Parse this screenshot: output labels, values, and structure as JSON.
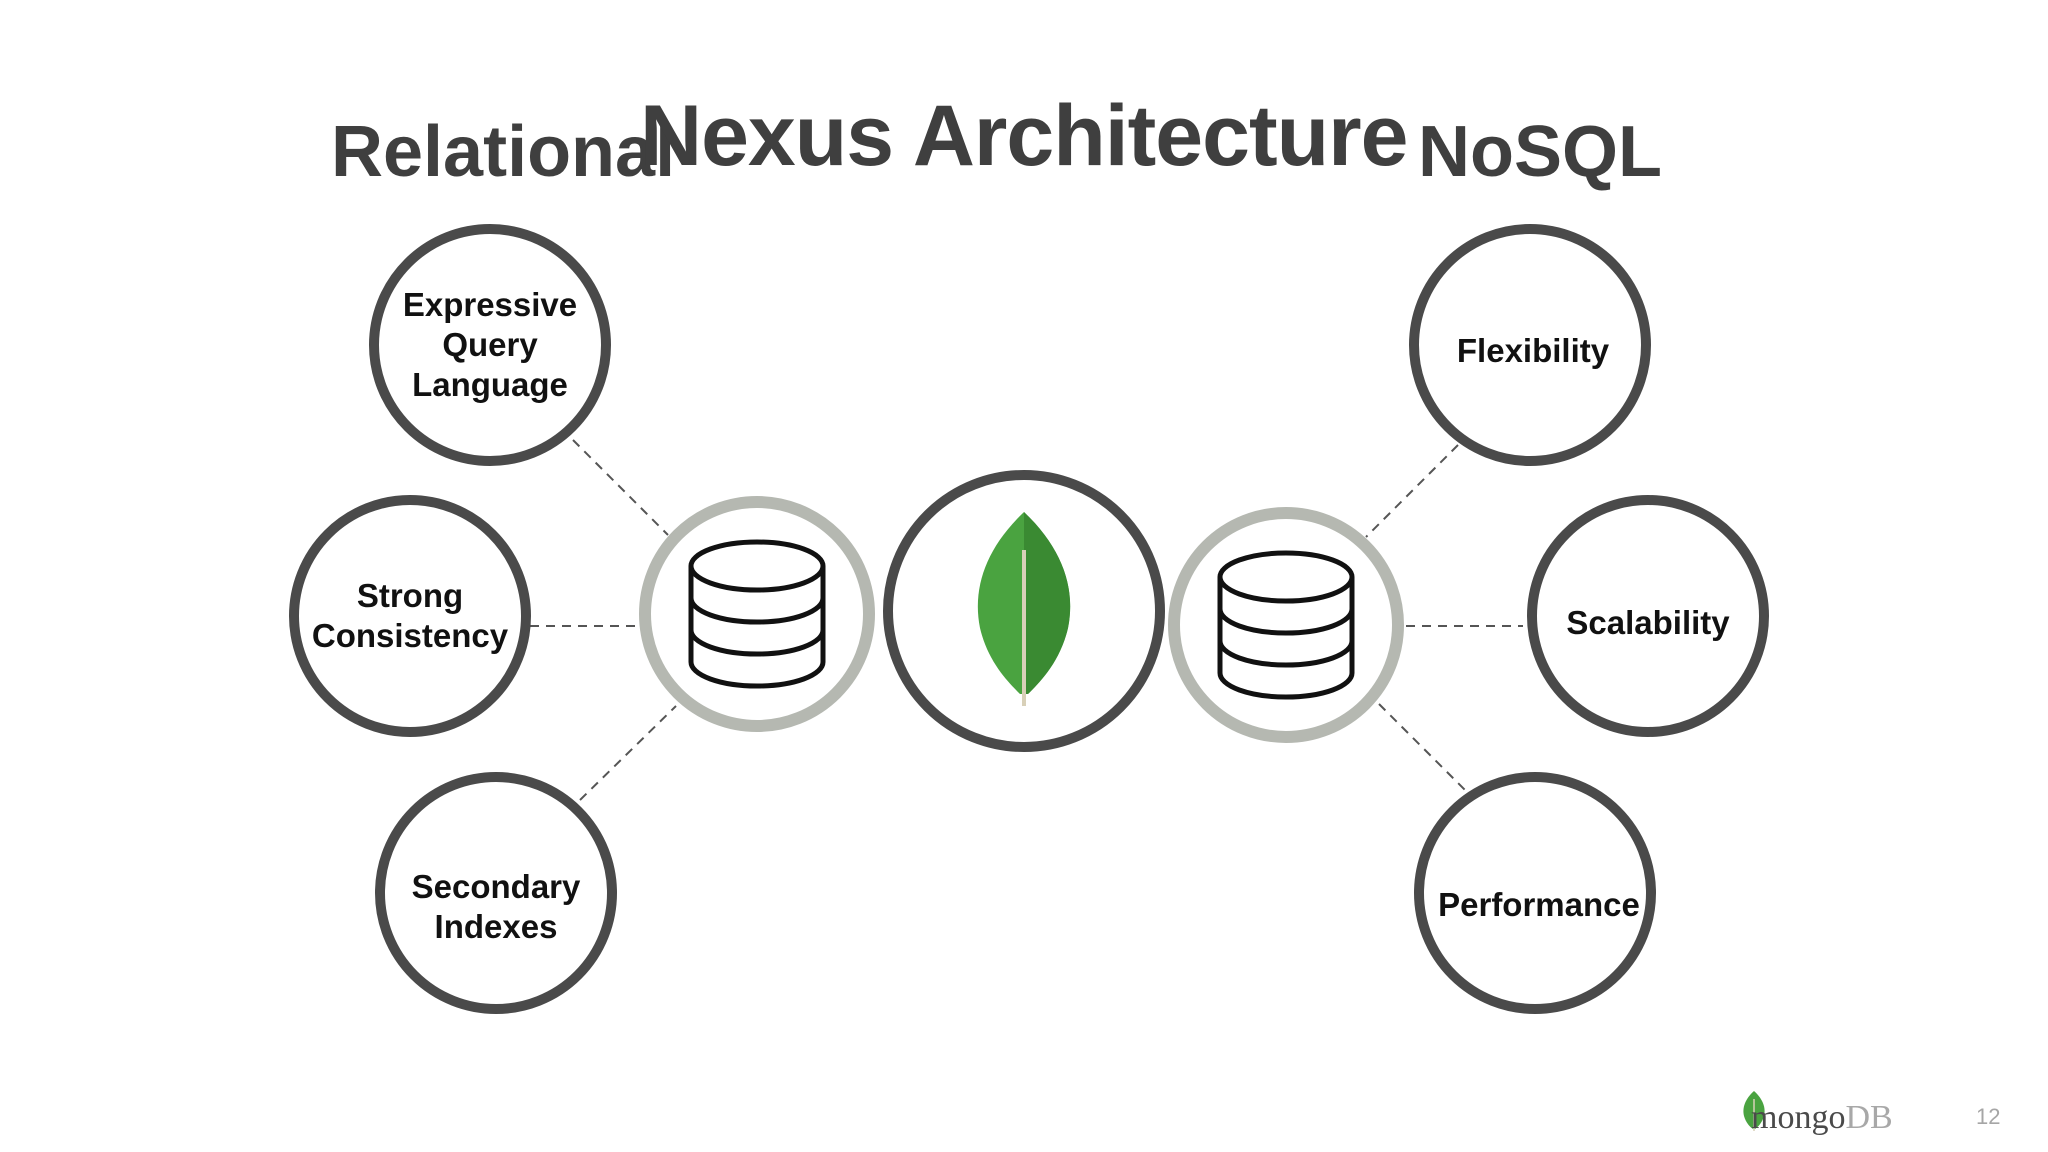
{
  "slide": {
    "title": "Nexus Architecture",
    "left_heading": "Relational",
    "right_heading": "NoSQL",
    "left_features": [
      {
        "lines": [
          "Expressive",
          "Query",
          "Language"
        ]
      },
      {
        "lines": [
          "Strong",
          "Consistency"
        ]
      },
      {
        "lines": [
          "Secondary",
          "Indexes"
        ]
      }
    ],
    "right_features": [
      {
        "lines": [
          "Flexibility"
        ]
      },
      {
        "lines": [
          "Scalability"
        ]
      },
      {
        "lines": [
          "Performance"
        ]
      }
    ],
    "center_icons": [
      "database-icon",
      "leaf-icon",
      "database-icon"
    ],
    "footer": {
      "brand_mongo": "mongo",
      "brand_db": "DB",
      "page_number": "12"
    }
  },
  "colors": {
    "heading": "#3f3f3f",
    "node_ring": "#4a4a4a",
    "db_ring": "#b5b8b1",
    "leaf_green": "#4aa340",
    "leaf_dark": "#3a8a32",
    "connector": "#555555"
  }
}
